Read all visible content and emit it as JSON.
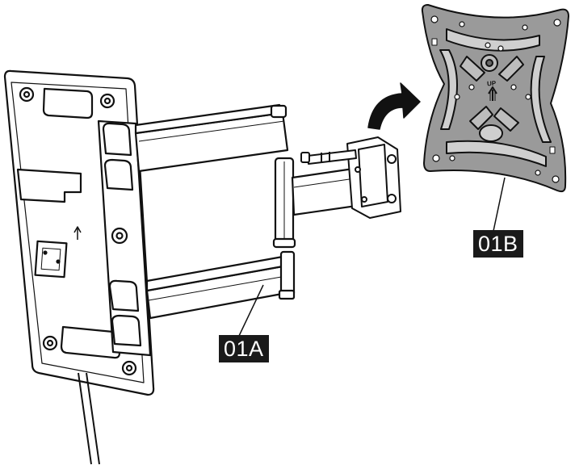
{
  "labels": {
    "arm_assembly": "01A",
    "tv_plate": "01B",
    "up_text": "UP"
  },
  "icons": [
    "curved-arrow-icon",
    "up-arrow-icon"
  ],
  "colors": {
    "line": "#111111",
    "plate_fill": "#9a9a9a",
    "callout_bg": "#1a1a1a",
    "callout_text": "#ffffff"
  }
}
